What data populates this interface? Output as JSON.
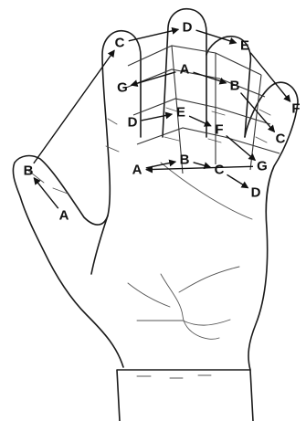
{
  "diagram": {
    "nodes": [
      {
        "id": "thumb_a",
        "label": "A"
      },
      {
        "id": "thumb_b",
        "label": "B"
      },
      {
        "id": "index_c",
        "label": "C"
      },
      {
        "id": "index_g",
        "label": "G"
      },
      {
        "id": "index_d",
        "label": "D"
      },
      {
        "id": "palm_a",
        "label": "A"
      },
      {
        "id": "middle_d",
        "label": "D"
      },
      {
        "id": "middle_a",
        "label": "A"
      },
      {
        "id": "middle_e",
        "label": "E"
      },
      {
        "id": "ring_e",
        "label": "E"
      },
      {
        "id": "ring_b",
        "label": "B"
      },
      {
        "id": "ring_f",
        "label": "F"
      },
      {
        "id": "palm_b",
        "label": "B"
      },
      {
        "id": "palm_c",
        "label": "C"
      },
      {
        "id": "palm_d",
        "label": "D"
      },
      {
        "id": "little_f",
        "label": "F"
      },
      {
        "id": "little_c",
        "label": "C"
      },
      {
        "id": "little_g",
        "label": "G"
      }
    ],
    "arrows": [
      {
        "from": "thumb_a",
        "to": "thumb_b"
      },
      {
        "from": "thumb_b",
        "to": "index_c"
      },
      {
        "from": "index_c",
        "to": "middle_d"
      },
      {
        "from": "middle_d",
        "to": "ring_e"
      },
      {
        "from": "ring_e",
        "to": "little_f"
      },
      {
        "from": "middle_a",
        "to": "index_g"
      },
      {
        "from": "middle_a",
        "to": "ring_b"
      },
      {
        "from": "ring_b",
        "to": "little_c"
      },
      {
        "from": "index_d",
        "to": "middle_e"
      },
      {
        "from": "middle_e",
        "to": "ring_f"
      },
      {
        "from": "ring_f",
        "to": "little_g"
      },
      {
        "from": "little_g",
        "to": "palm_a"
      },
      {
        "from": "palm_a",
        "to": "palm_b"
      },
      {
        "from": "palm_b",
        "to": "palm_c"
      },
      {
        "from": "palm_c",
        "to": "palm_d"
      }
    ]
  }
}
